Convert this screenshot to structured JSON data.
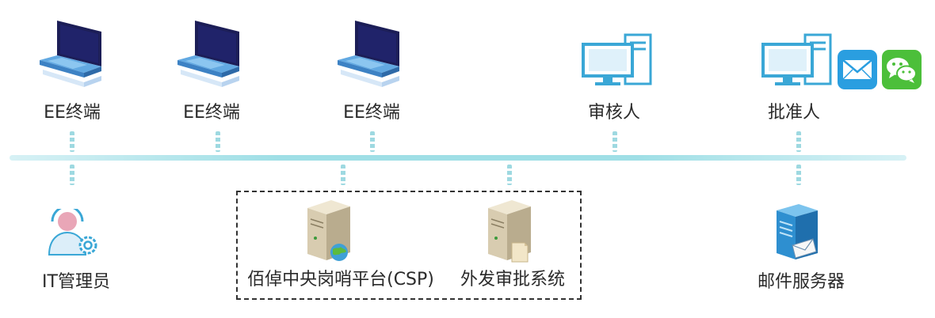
{
  "nodes": {
    "ee_terminal_1": {
      "label": "EE终端"
    },
    "ee_terminal_2": {
      "label": "EE终端"
    },
    "ee_terminal_3": {
      "label": "EE终端"
    },
    "reviewer": {
      "label": "审核人"
    },
    "approver": {
      "label": "批准人"
    },
    "it_admin": {
      "label": "IT管理员"
    },
    "csp_platform": {
      "label": "佰倬中央岗哨平台(CSP)"
    },
    "approval_system": {
      "label": "外发审批系统"
    },
    "mail_server": {
      "label": "邮件服务器"
    }
  },
  "icons": {
    "laptop": "laptop-icon",
    "desktop": "desktop-computer-icon",
    "mail": "mail-icon",
    "wechat": "wechat-icon",
    "admin": "admin-user-gear-icon",
    "server": "server-icon",
    "mail_server": "mail-server-icon"
  },
  "colors": {
    "bus": "#9fdfe6",
    "laptop_screen": "#1c1e57",
    "laptop_body": "#5aa0d8",
    "monitor": "#3aa7d6",
    "mail_bg": "#2a9ee0",
    "wechat_bg": "#4cbf3a",
    "server_beige": "#d8ccb0",
    "mail_server_blue": "#2e8fd0"
  }
}
